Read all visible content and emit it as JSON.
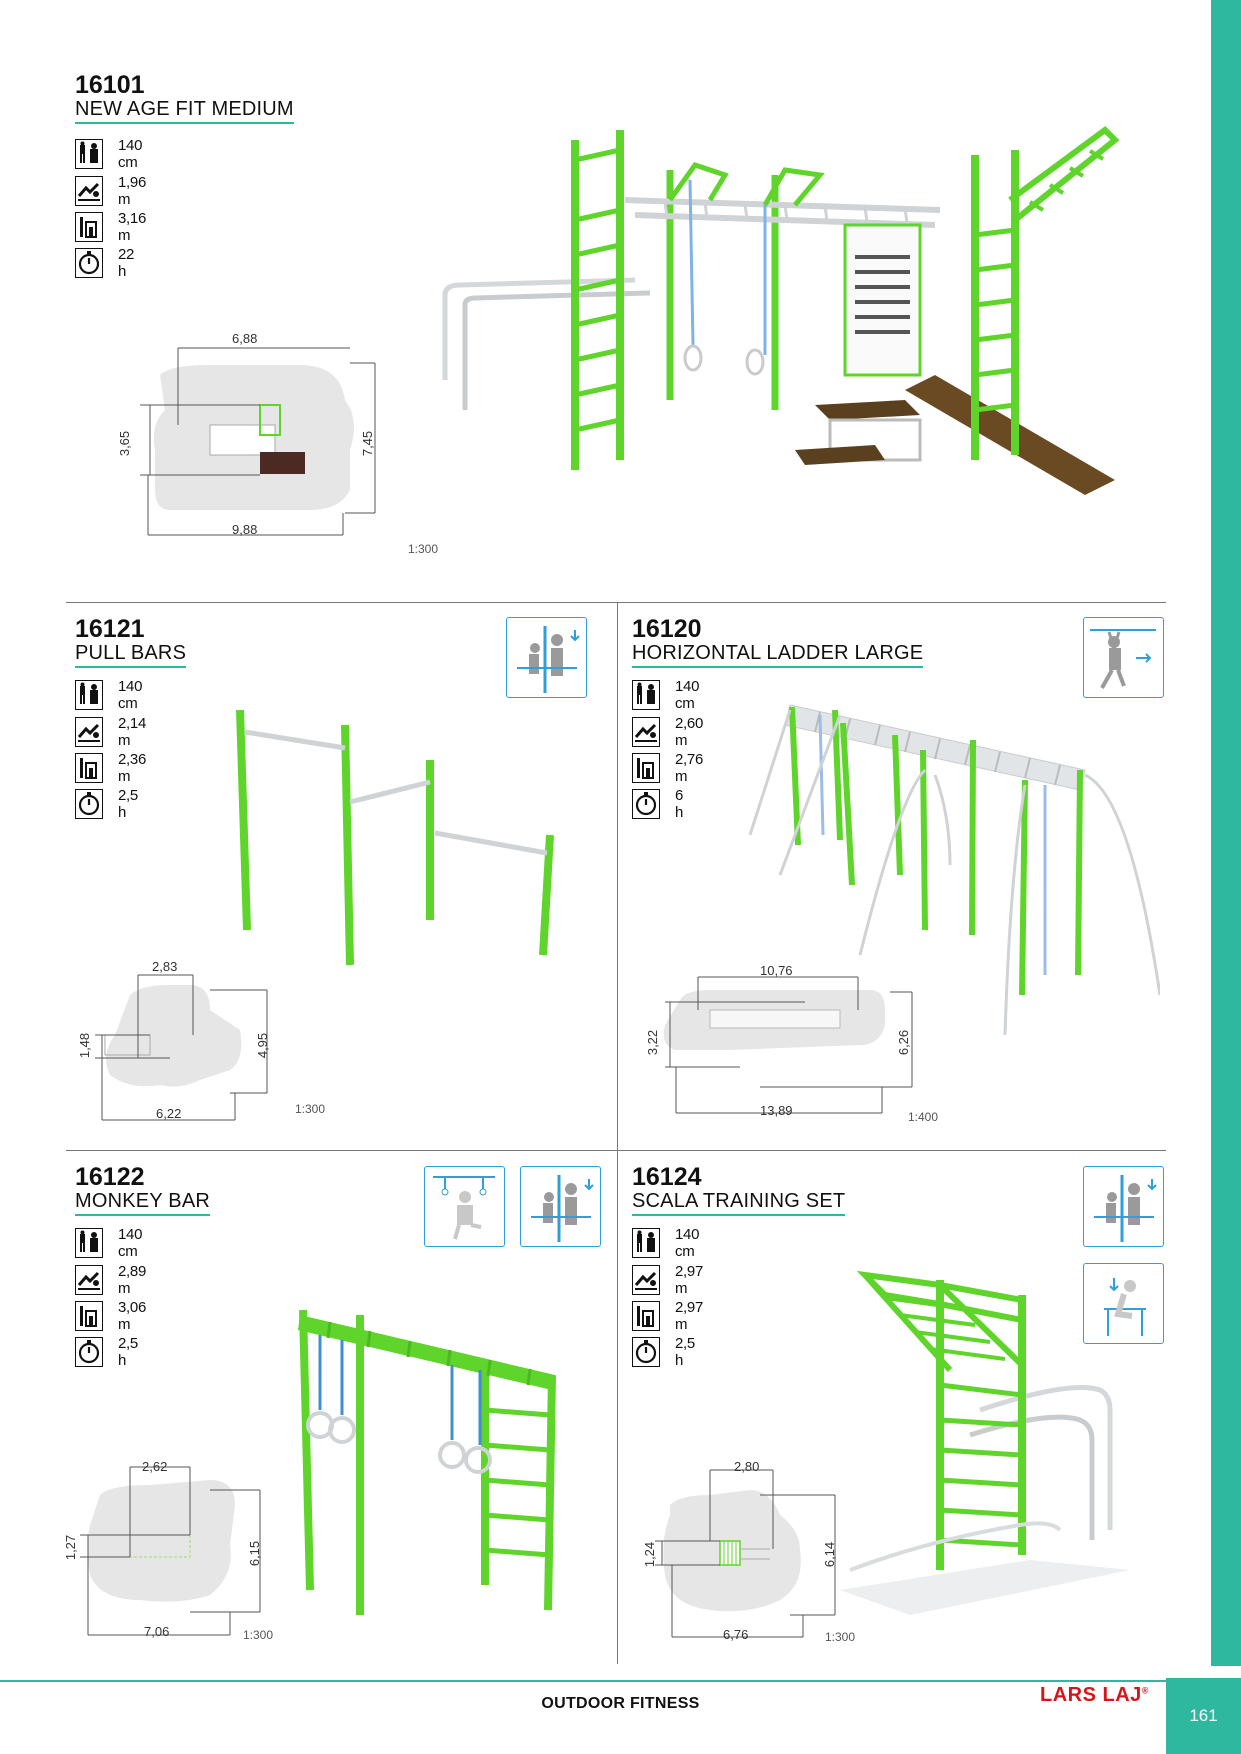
{
  "footer": {
    "section": "OUTDOOR FITNESS",
    "brand": "LARS LAJ",
    "brand_mark": "®",
    "page": "161"
  },
  "colors": {
    "accent": "#2fb8a0",
    "equipment_green": "#5fd42a",
    "steel": "#cfd3d6",
    "pictogram": "#2e9fd8",
    "brand": "#d6141b"
  },
  "spec_icons": [
    "age-icon",
    "fall-height-icon",
    "free-height-icon",
    "installation-time-icon"
  ],
  "products": [
    {
      "number": "16101",
      "name": "NEW AGE FIT MEDIUM",
      "specs": [
        "140 cm",
        "1,96 m",
        "3,16 m",
        "22 h"
      ],
      "dims": {
        "length_inner": "6,88",
        "length_outer": "9,88",
        "width_inner": "3,65",
        "width_outer": "7,45"
      },
      "scale": "1:300"
    },
    {
      "number": "16121",
      "name": "PULL BARS",
      "specs": [
        "140 cm",
        "2,14 m",
        "2,36 m",
        "2,5 h"
      ],
      "dims": {
        "length_inner": "2,83",
        "length_outer": "6,22",
        "width_inner": "1,48",
        "width_outer": "4,95"
      },
      "scale": "1:300"
    },
    {
      "number": "16120",
      "name": "HORIZONTAL LADDER LARGE",
      "specs": [
        "140 cm",
        "2,60 m",
        "2,76 m",
        "6 h"
      ],
      "dims": {
        "length_inner": "10,76",
        "length_outer": "13,89",
        "width_inner": "3,22",
        "width_outer": "6,26"
      },
      "scale": "1:400"
    },
    {
      "number": "16122",
      "name": "MONKEY BAR",
      "specs": [
        "140 cm",
        "2,89 m",
        "3,06 m",
        "2,5 h"
      ],
      "dims": {
        "length_inner": "2,62",
        "length_outer": "7,06",
        "width_inner": "1,27",
        "width_outer": "6,15"
      },
      "scale": "1:300"
    },
    {
      "number": "16124",
      "name": "SCALA TRAINING SET",
      "specs": [
        "140 cm",
        "2,97 m",
        "2,97 m",
        "2,5 h"
      ],
      "dims": {
        "length_inner": "2,80",
        "length_outer": "6,76",
        "width_inner": "1,24",
        "width_outer": "6,14"
      },
      "scale": "1:300"
    }
  ]
}
